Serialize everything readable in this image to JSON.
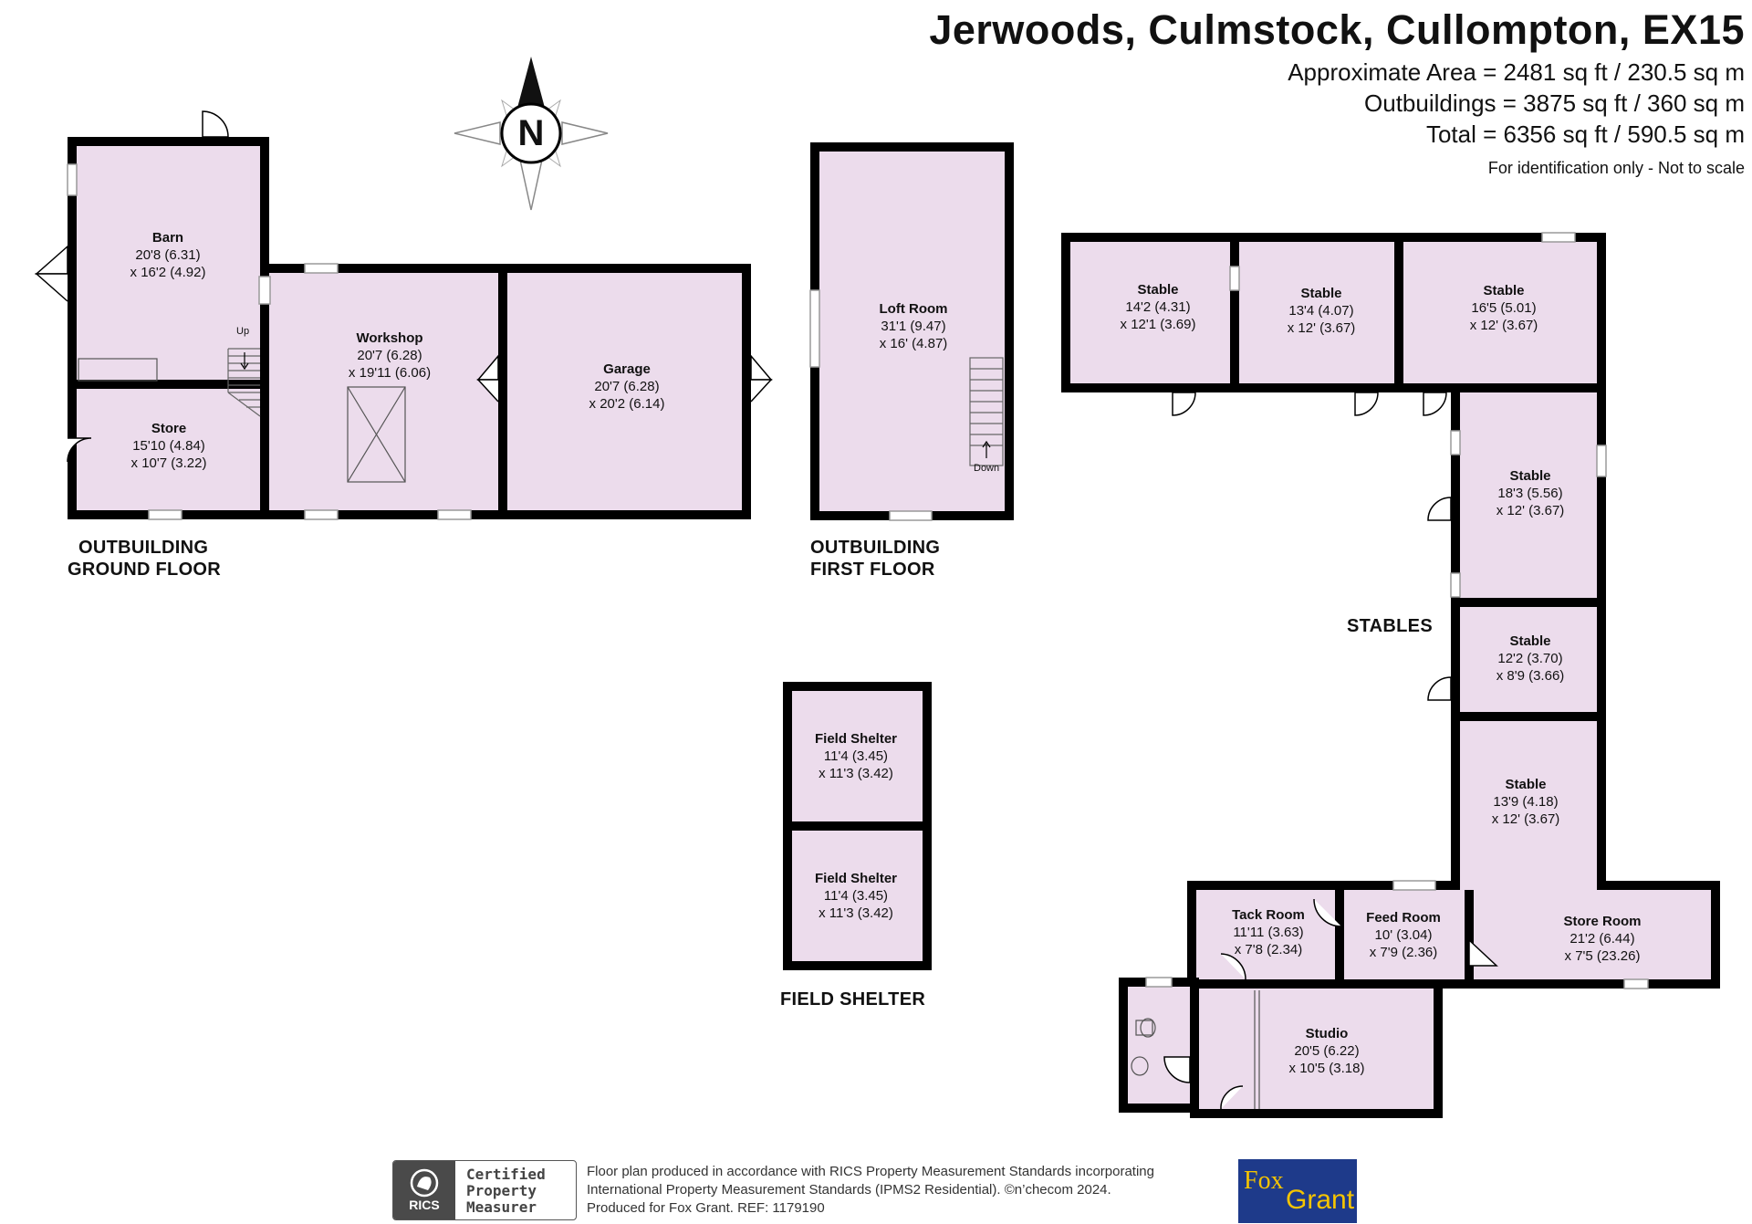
{
  "header": {
    "title": "Jerwoods, Culmstock, Cullompton, EX15",
    "approx_area": "Approximate Area = 2481 sq ft / 230.5 sq m",
    "outbuildings": "Outbuildings = 3875 sq ft / 360 sq m",
    "total": "Total = 6356 sq ft / 590.5 sq m",
    "disclaimer": "For identification only - Not to scale"
  },
  "compass": {
    "label": "N"
  },
  "sections": {
    "outbuilding_ground": [
      "OUTBUILDING",
      "GROUND FLOOR"
    ],
    "outbuilding_first": [
      "OUTBUILDING",
      "FIRST FLOOR"
    ],
    "field_shelter": "FIELD SHELTER",
    "stables": "STABLES"
  },
  "rooms": {
    "barn": {
      "name": "Barn",
      "dim1": "20'8 (6.31)",
      "dim2": "x 16'2 (4.92)"
    },
    "store": {
      "name": "Store",
      "dim1": "15'10 (4.84)",
      "dim2": "x 10'7 (3.22)"
    },
    "workshop": {
      "name": "Workshop",
      "dim1": "20'7 (6.28)",
      "dim2": "x 19'11 (6.06)"
    },
    "garage": {
      "name": "Garage",
      "dim1": "20'7 (6.28)",
      "dim2": "x 20'2 (6.14)"
    },
    "loft_room": {
      "name": "Loft Room",
      "dim1": "31'1 (9.47)",
      "dim2": "x 16' (4.87)"
    },
    "stable_1": {
      "name": "Stable",
      "dim1": "14'2 (4.31)",
      "dim2": "x 12'1 (3.69)"
    },
    "stable_2": {
      "name": "Stable",
      "dim1": "13'4 (4.07)",
      "dim2": "x 12' (3.67)"
    },
    "stable_3": {
      "name": "Stable",
      "dim1": "16'5 (5.01)",
      "dim2": "x 12' (3.67)"
    },
    "stable_4": {
      "name": "Stable",
      "dim1": "18'3 (5.56)",
      "dim2": "x 12' (3.67)"
    },
    "stable_5": {
      "name": "Stable",
      "dim1": "12'2 (3.70)",
      "dim2": "x 8'9 (3.66)"
    },
    "stable_6": {
      "name": "Stable",
      "dim1": "13'9 (4.18)",
      "dim2": "x 12' (3.67)"
    },
    "field_shelter_1": {
      "name": "Field Shelter",
      "dim1": "11'4 (3.45)",
      "dim2": "x 11'3 (3.42)"
    },
    "field_shelter_2": {
      "name": "Field Shelter",
      "dim1": "11'4 (3.45)",
      "dim2": "x 11'3 (3.42)"
    },
    "tack_room": {
      "name": "Tack Room",
      "dim1": "11'11 (3.63)",
      "dim2": "x 7'8 (2.34)"
    },
    "feed_room": {
      "name": "Feed Room",
      "dim1": "10' (3.04)",
      "dim2": "x 7'9 (2.36)"
    },
    "store_room": {
      "name": "Store Room",
      "dim1": "21'2 (6.44)",
      "dim2": "x 7'5 (23.26)"
    },
    "studio": {
      "name": "Studio",
      "dim1": "20'5 (6.22)",
      "dim2": "x 10'5 (3.18)"
    }
  },
  "stair_labels": {
    "up": "Up",
    "down": "Down"
  },
  "footer": {
    "badge_brand": "RICS",
    "badge_line1": "Certified",
    "badge_line2": "Property",
    "badge_line3": "Measurer",
    "line1": "Floor plan produced in accordance with RICS Property Measurement Standards incorporating",
    "line2": "International Property Measurement Standards (IPMS2 Residential).  ©n’checom 2024.",
    "line3": "Produced for Fox Grant.   REF: 1179190",
    "agent_logo_part1": "Fox",
    "agent_logo_part2": "Grant"
  },
  "colors": {
    "fill": "#ecdcec",
    "wall": "#000000",
    "logo_bg": "#1e3a8a",
    "logo_text": "#f5c400"
  }
}
